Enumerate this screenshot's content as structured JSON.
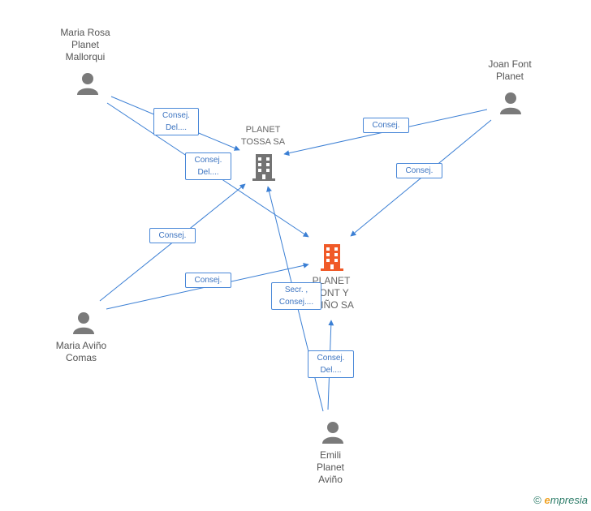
{
  "colors": {
    "edge": "#3b7fd4",
    "person_icon": "#7a7a7a",
    "company_main": "#f05a28",
    "company_secondary": "#737373"
  },
  "people": {
    "maria_rosa": {
      "name": "Maria Rosa\nPlanet\nMallorqui",
      "icon": "person-icon"
    },
    "joan_font": {
      "name": "Joan Font\nPlanet",
      "icon": "person-icon"
    },
    "maria_avino": {
      "name": "Maria Aviño\nComas",
      "icon": "person-icon"
    },
    "emili": {
      "name": "Emili\nPlanet\nAviño",
      "icon": "person-icon"
    }
  },
  "companies": {
    "tossa": {
      "name": "PLANET\nTOSSA SA",
      "icon": "building-icon"
    },
    "font_avino": {
      "name": "PLANET\nFONT Y\nAVIÑO SA",
      "icon": "building-icon"
    }
  },
  "edges": {
    "e1": "Consej.\nDel....",
    "e2": "Consej.\nDel....",
    "e3": "Consej.",
    "e4": "Consej.",
    "e5": "Consej.",
    "e6": "Consej.",
    "e7": "Secr. ,\nConsej....",
    "e8": "Consej.\nDel...."
  },
  "credit": {
    "symbol": "©",
    "brand_initial": "e",
    "brand_rest": "mpresia"
  }
}
